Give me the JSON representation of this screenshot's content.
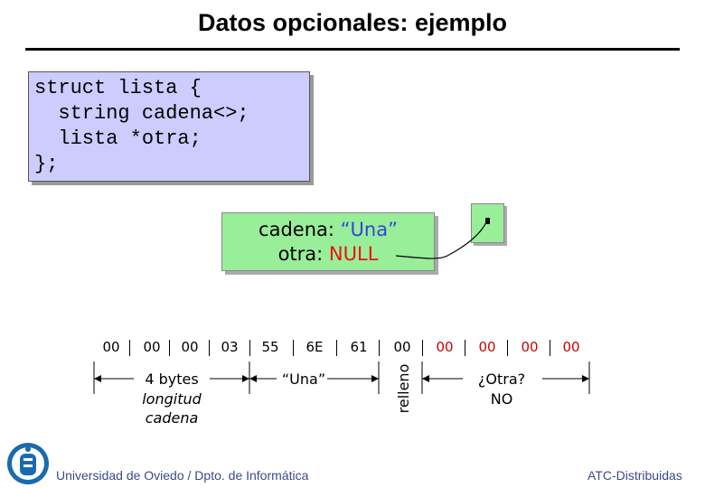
{
  "slide": {
    "title": "Datos opcionales: ejemplo"
  },
  "code": {
    "lines": [
      "struct lista {",
      "  string cadena<>;",
      "  lista *otra;",
      "};"
    ]
  },
  "value_box": {
    "line1_key": "cadena: ",
    "line1_value": "“Una”",
    "line2_key": "otra: ",
    "line2_value": "NULL"
  },
  "bytes": [
    "00",
    "00",
    "00",
    "03",
    "55",
    "6E",
    "61",
    "00",
    "00",
    "00",
    "00",
    "00"
  ],
  "segments": {
    "length_label": "4 bytes",
    "length_italic_1": "longitud",
    "length_italic_2": "cadena",
    "string_label": "“Una”",
    "padding_label": "relleno",
    "other_label_1": "¿Otra?",
    "other_label_2": "NO"
  },
  "footer": {
    "left": "Universidad de Oviedo / Dpto. de Informática",
    "right": "ATC-Distribuidas"
  },
  "colors": {
    "code_box": "#ccccff",
    "value_box": "#99ee99",
    "accent_blue": "#3344dd",
    "accent_red": "#ee1111",
    "footer_text": "#3a4a8a"
  }
}
